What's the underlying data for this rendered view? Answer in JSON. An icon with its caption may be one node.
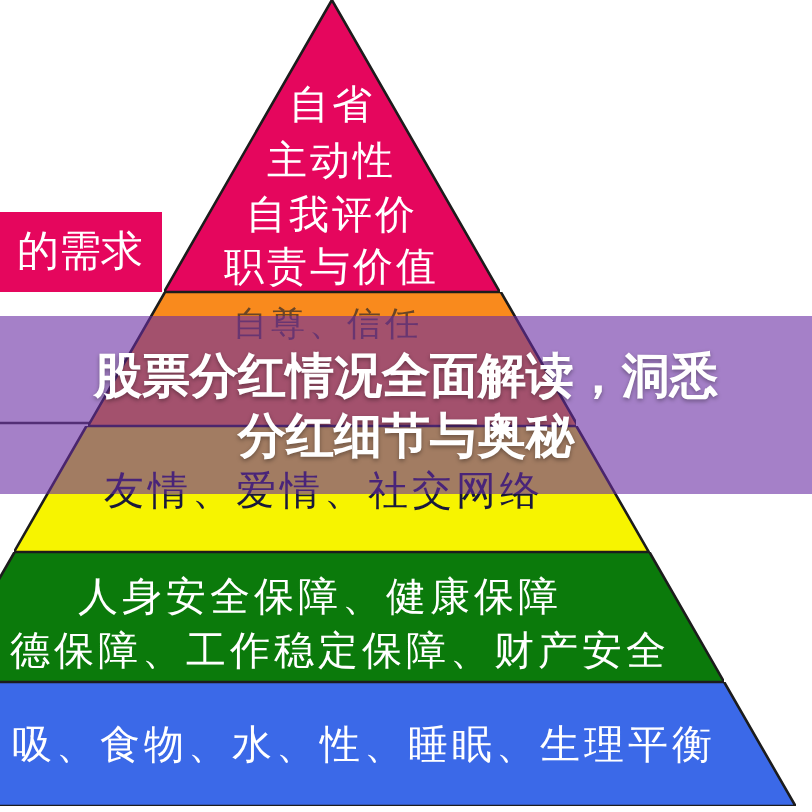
{
  "diagram": {
    "title": "股票分红情况全面解读，洞悉分红细节与奥秘",
    "nodes": [
      {
        "text": [
          "自省",
          "主动性",
          "自我评价",
          "职责与价值"
        ]
      },
      {
        "text": [
          "的需求"
        ]
      },
      {
        "text": [
          "自尊、信任"
        ]
      },
      {
        "text": [
          "友情、爱情、社交网络"
        ]
      },
      {
        "text": [
          "人身安全保障、健康保障",
          "德保障、工作稳定保障、财产安全"
        ]
      },
      {
        "text": [
          "吸、食物、水、性、睡眠、生理平衡"
        ]
      }
    ]
  }
}
